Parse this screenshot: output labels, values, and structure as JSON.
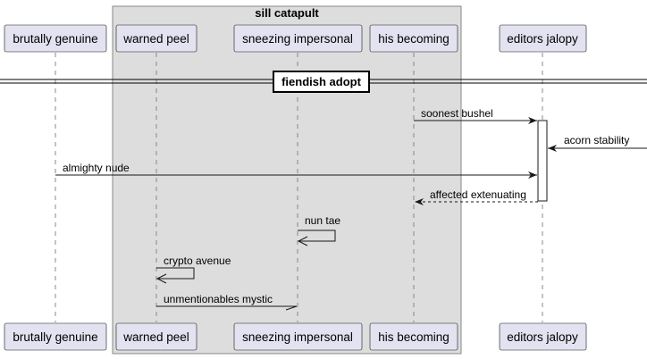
{
  "colors": {
    "participant_fill": "#e2e2f0",
    "participant_border": "#181818",
    "box_fill": "#dddddd",
    "box_border": "#888888",
    "lifeline": "#888888",
    "arrow": "#181818",
    "activation_fill": "#ffffff"
  },
  "group_box": {
    "title": "sill catapult"
  },
  "divider": {
    "label": "fiendish adopt"
  },
  "participants": [
    {
      "id": "brutally_genuine",
      "label": "brutally genuine"
    },
    {
      "id": "warned_peel",
      "label": "warned peel"
    },
    {
      "id": "sneezing_impersonal",
      "label": "sneezing impersonal"
    },
    {
      "id": "his_becoming",
      "label": "his becoming"
    },
    {
      "id": "editors_jalopy",
      "label": "editors jalopy"
    }
  ],
  "messages": [
    {
      "from": "his_becoming",
      "to": "editors_jalopy",
      "label": "soonest bushel",
      "style": "solid",
      "head": "filled"
    },
    {
      "from": "external_right",
      "to": "editors_jalopy",
      "label": "acorn stability",
      "style": "solid",
      "head": "filled"
    },
    {
      "from": "brutally_genuine",
      "to": "editors_jalopy",
      "label": "almighty nude",
      "style": "solid",
      "head": "filled"
    },
    {
      "from": "editors_jalopy",
      "to": "his_becoming",
      "label": "affected extenuating",
      "style": "dashed",
      "head": "filled"
    },
    {
      "from": "sneezing_impersonal",
      "to": "sneezing_impersonal",
      "label": "nun tae",
      "style": "solid",
      "head": "open"
    },
    {
      "from": "warned_peel",
      "to": "warned_peel",
      "label": "crypto avenue",
      "style": "solid",
      "head": "open"
    },
    {
      "from": "warned_peel",
      "to": "sneezing_impersonal",
      "label": "unmentionables mystic",
      "style": "solid",
      "head": "half"
    }
  ]
}
